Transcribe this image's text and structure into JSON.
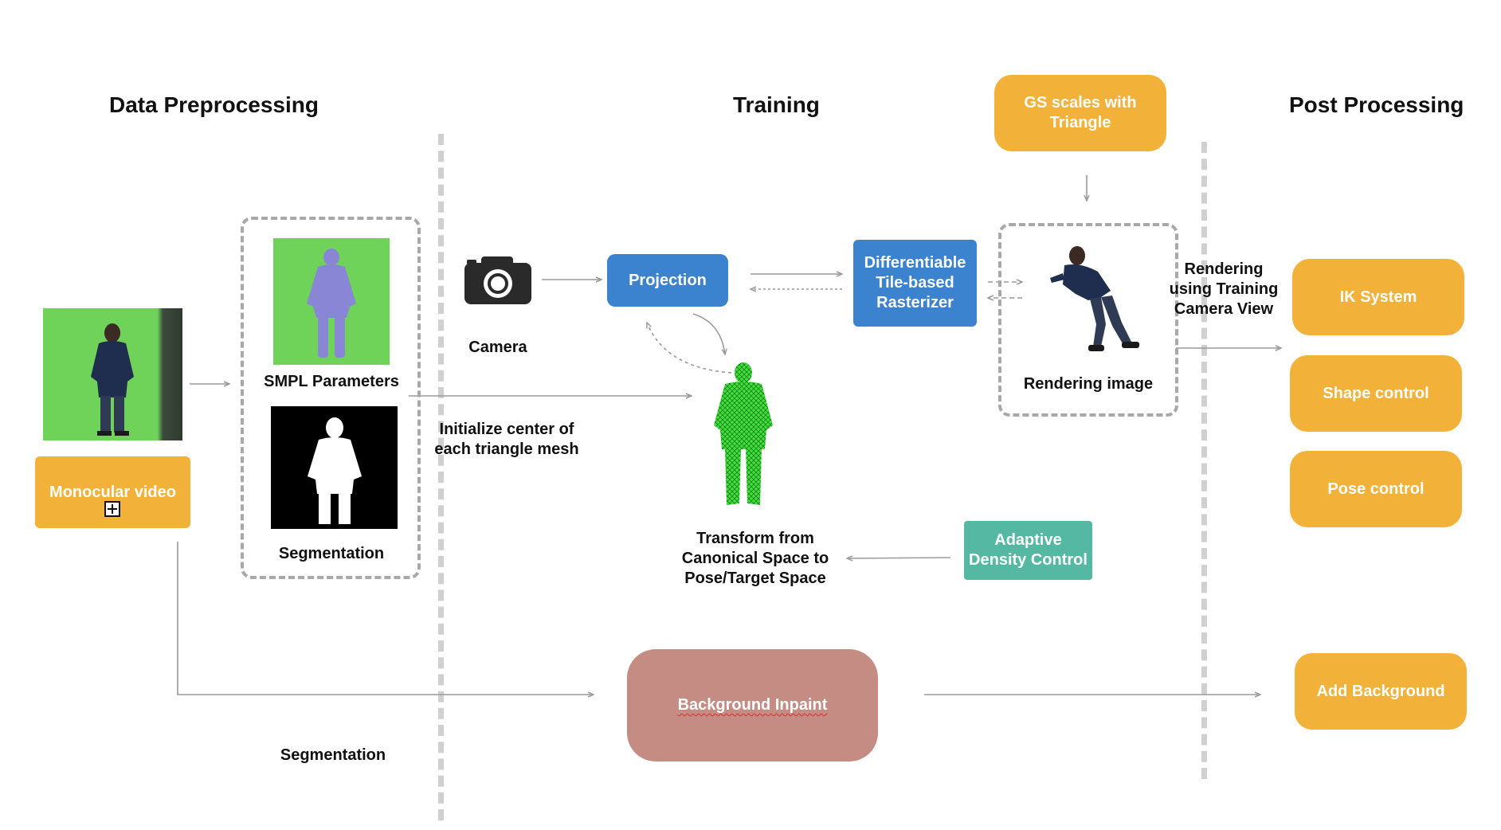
{
  "headings": {
    "data_preprocessing": "Data Preprocessing",
    "training": "Training",
    "post_processing": "Post Processing"
  },
  "preprocessing": {
    "monocular_video": "Monocular video",
    "smpl_parameters": "SMPL Parameters",
    "segmentation": "Segmentation",
    "segmentation_bottom": "Segmentation"
  },
  "training": {
    "camera": "Camera",
    "projection": "Projection",
    "rasterizer": "Differentiable Tile-based Rasterizer",
    "gs_scales": "GS scales with Triangle",
    "rendering_image": "Rendering image",
    "rendering_view": "Rendering using Training Camera View",
    "initialize": "Initialize center of each triangle mesh",
    "transform": "Transform from Canonical Space to Pose/Target Space",
    "adaptive_density": "Adaptive Density Control",
    "background_inpaint": "Background Inpaint"
  },
  "post_processing": {
    "ik_system": "IK System",
    "shape_control": "Shape control",
    "pose_control": "Pose control",
    "add_background": "Add Background"
  },
  "colors": {
    "orange": "#f2b23a",
    "blue": "#3b82cf",
    "teal": "#55b8a2",
    "rose": "#c48c83",
    "green_screen": "#6fd35a",
    "mesh_green": "#3fe23a"
  },
  "icons": [
    "camera-icon",
    "expand-icon"
  ]
}
